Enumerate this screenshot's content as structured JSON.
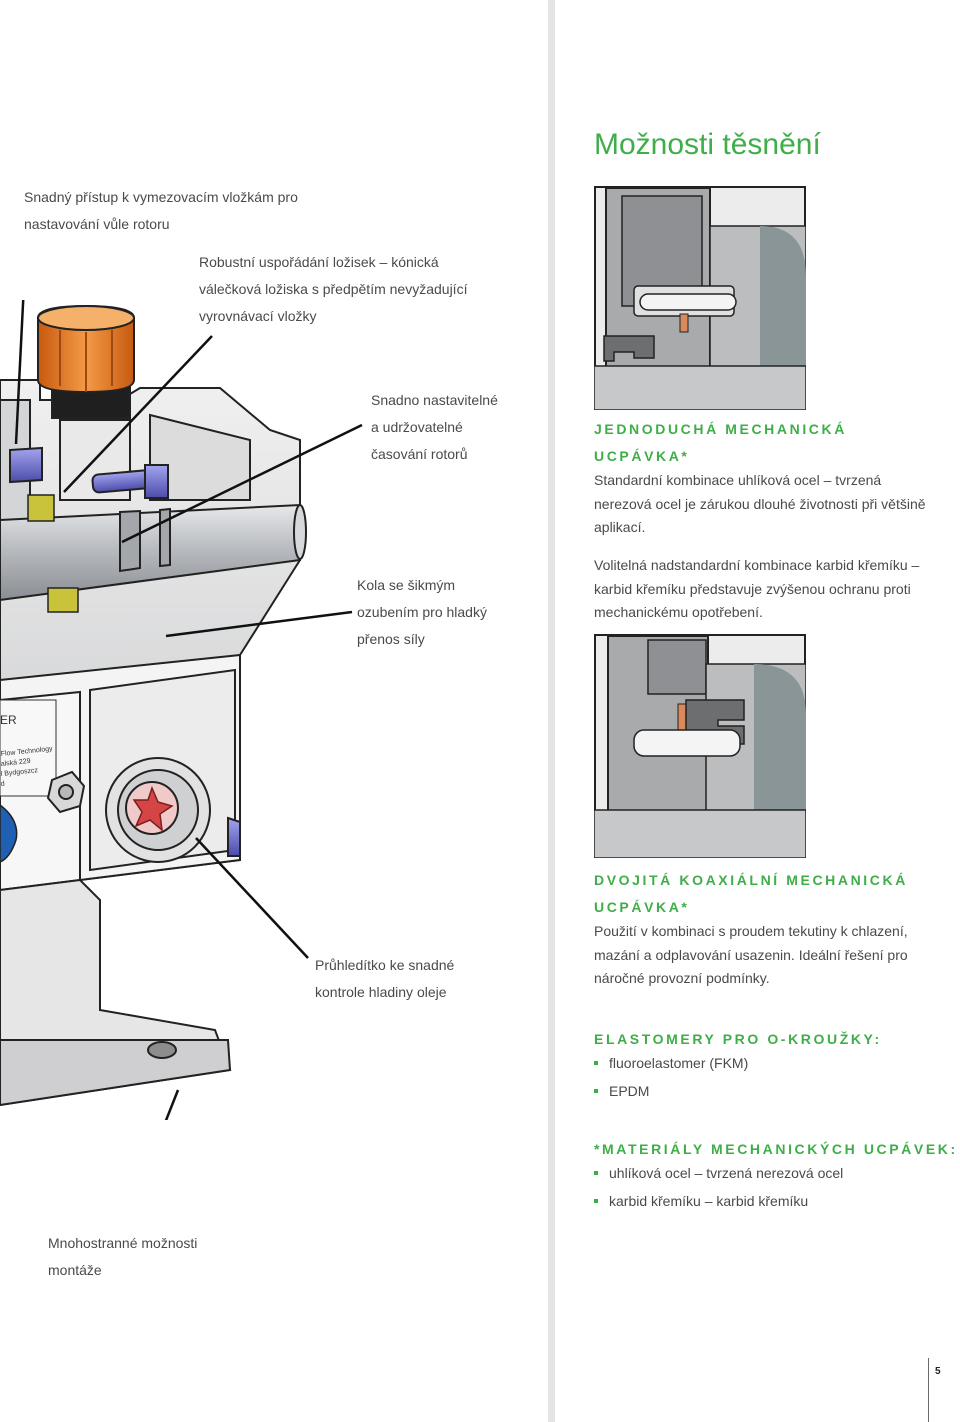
{
  "page_number": "5",
  "title": "Možnosti těsnění",
  "callouts": {
    "rotor_inserts": [
      "Snadný přístup k vymezovacím vložkám pro",
      "nastavování vůle rotoru"
    ],
    "bearings": [
      "Robustní uspořádání ložisek – kónická",
      "válečková ložiska s předpětím nevyžadující",
      "vyrovnávací vložky"
    ],
    "timing": [
      "Snadno nastavitelné",
      "a udržovatelné",
      "časování rotorů"
    ],
    "gears": [
      "Kola se šikmým",
      "ozubením pro hladký",
      "přenos síly"
    ],
    "sight_glass": [
      "Průhledítko ke snadné",
      "kontrole hladiny oleje"
    ],
    "mounting": [
      "Mnohostranné možnosti",
      "montáže"
    ]
  },
  "machine_label": {
    "letter": "ER",
    "lines": [
      "Flow Technology",
      "alská 229",
      "l Bydgoszcz",
      "d"
    ]
  },
  "single_seal": {
    "heading": [
      "JEDNODUCHÁ MECHANICKÁ",
      "UCPÁVKA*"
    ],
    "text": [
      "Standardní kombinace uhlíková ocel – tvrzená",
      "nerezová ocel je zárukou dlouhé životnosti při většině",
      "aplikací."
    ],
    "text2": [
      "Volitelná nadstandardní kombinace karbid křemíku –",
      "karbid křemíku představuje zvýšenou ochranu proti",
      "mechanickému opotřebení."
    ]
  },
  "double_seal": {
    "heading": [
      "DVOJITÁ KOAXIÁLNÍ MECHANICKÁ",
      "UCPÁVKA*"
    ],
    "text": [
      "Použití v kombinaci s proudem tekutiny k chlazení,",
      "mazání a odplavování usazenin. Ideální řešení pro",
      "náročné provozní podmínky."
    ]
  },
  "elastomers": {
    "heading": "ELASTOMERY PRO O-KROUŽKY:",
    "items": [
      "fluoroelastomer (FKM)",
      "EPDM"
    ]
  },
  "seal_materials": {
    "heading": "*MATERIÁLY MECHANICKÝCH UCPÁVEK:",
    "items": [
      "uhlíková ocel – tvrzená nerezová ocel",
      "karbid křemíku – karbid křemíku"
    ]
  },
  "colors": {
    "accent_green": "#3fae49",
    "text_gray": "#4a4a4a",
    "knob_orange": "#e8781e",
    "bolt_blue": "#6f70c8",
    "shaft_gray": "#b9bcc0",
    "gear_yellow": "#c8c33a",
    "seal_copper": "#d9895a"
  }
}
